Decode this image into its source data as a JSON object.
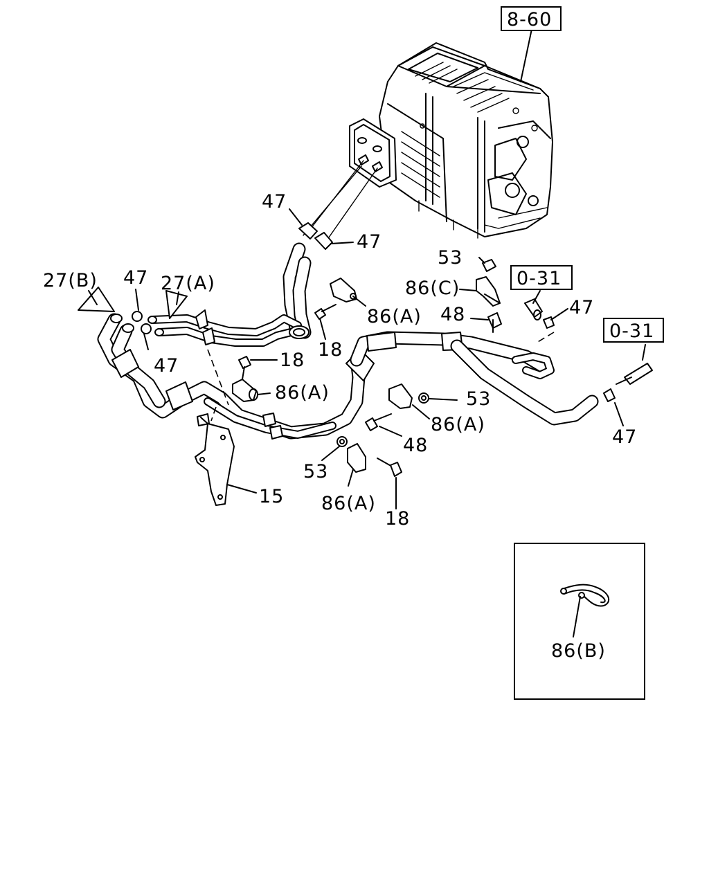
{
  "callouts": {
    "ref_8_60": "8-60",
    "ref_0_31_a": "0-31",
    "ref_0_31_b": "0-31",
    "p47_a": "47",
    "p47_b": "47",
    "p47_c": "47",
    "p47_d": "47",
    "p47_e": "47",
    "p47_f": "47",
    "p27a": "27(A)",
    "p27b": "27(B)",
    "p53_a": "53",
    "p53_b": "53",
    "p53_c": "53",
    "p86c": "86(C)",
    "p86a_1": "86(A)",
    "p86a_2": "86(A)",
    "p86a_3": "86(A)",
    "p86a_4": "86(A)",
    "p86b": "86(B)",
    "p48_a": "48",
    "p48_b": "48",
    "p18_a": "18",
    "p18_b": "18",
    "p18_c": "18",
    "p15": "15"
  }
}
